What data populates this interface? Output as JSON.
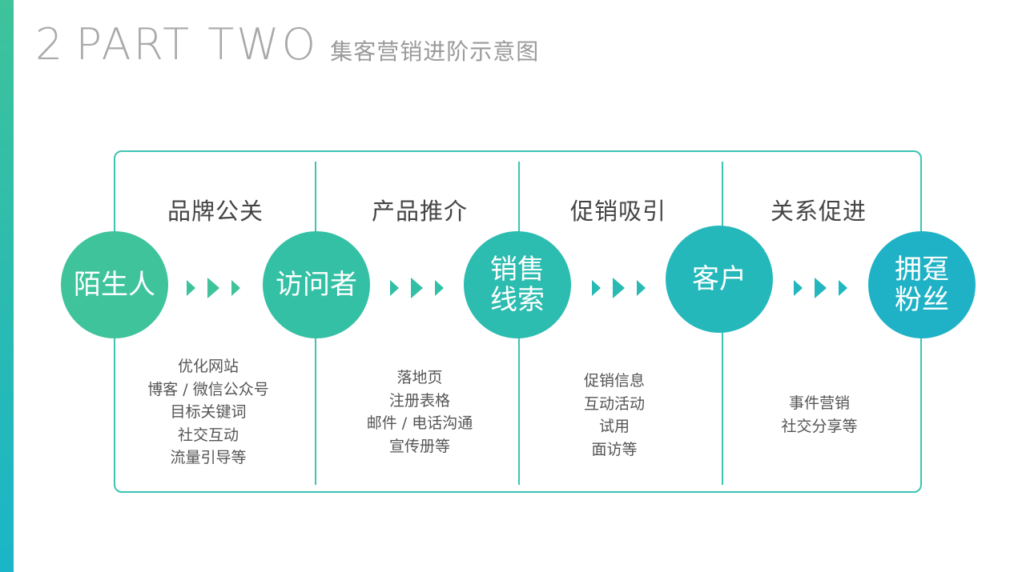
{
  "header": {
    "number": "2",
    "english": "PART TWO",
    "chinese": "集客营销进阶示意图"
  },
  "colors": {
    "accent_green": "#3ec39a",
    "accent_teal": "#2cb8b4",
    "accent_blue": "#1fb2c8",
    "frame": "#3cc4b4",
    "heading_gray": "#a9a9a9"
  },
  "nodes": [
    {
      "label": "陌生人"
    },
    {
      "label": "访问者"
    },
    {
      "label": "销售线索"
    },
    {
      "label": "客户"
    },
    {
      "label": "拥趸粉丝"
    }
  ],
  "stages": [
    {
      "title": "品牌公关",
      "notes": [
        "优化网站",
        "博客 / 微信公众号",
        "目标关键词",
        "社交互动",
        "流量引导等"
      ]
    },
    {
      "title": "产品推介",
      "notes": [
        "落地页",
        "注册表格",
        "邮件 / 电话沟通",
        "宣传册等"
      ]
    },
    {
      "title": "促销吸引",
      "notes": [
        "促销信息",
        "互动活动",
        "试用",
        "面访等"
      ]
    },
    {
      "title": "关系促进",
      "notes": [
        "事件营销",
        "社交分享等"
      ]
    }
  ],
  "icons": {
    "arrow": "triple-chevron-right-icon"
  }
}
